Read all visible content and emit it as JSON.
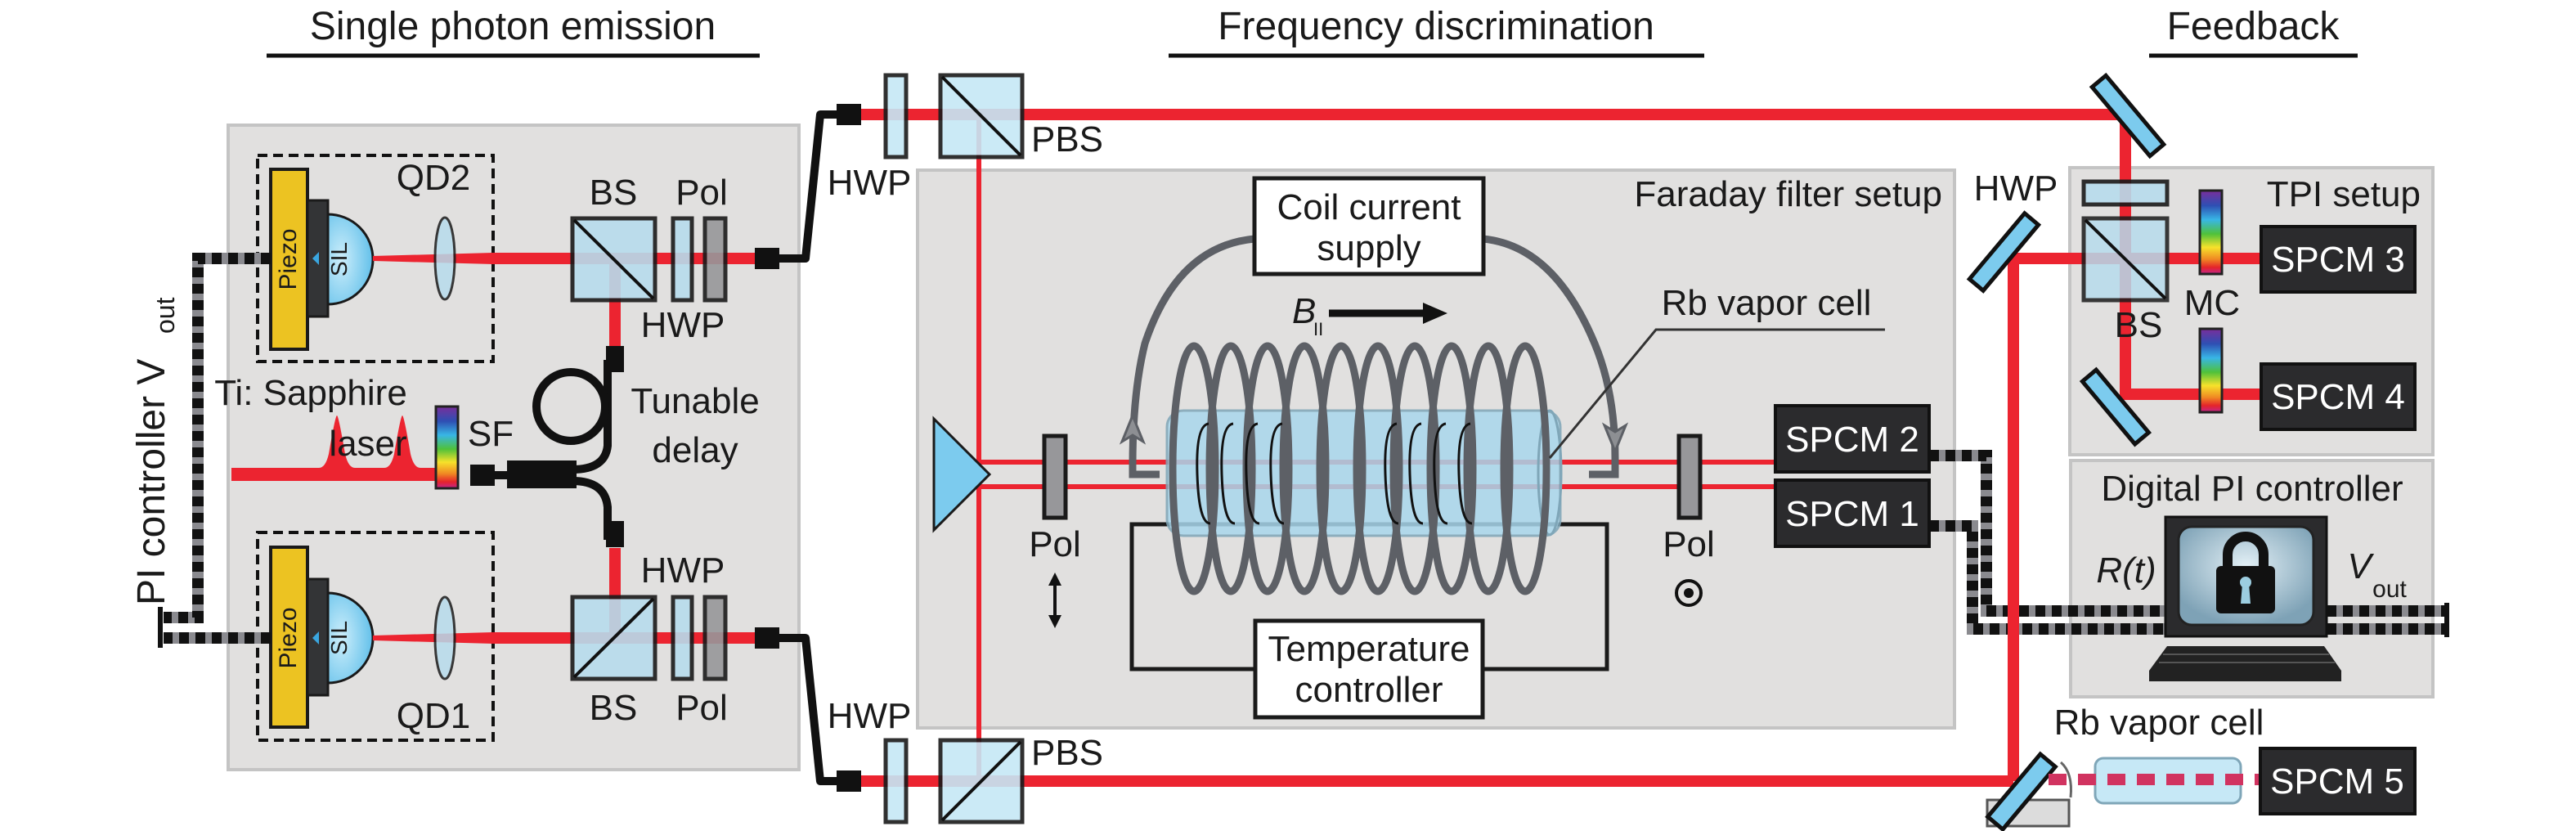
{
  "sections": {
    "single_photon_emission": "Single photon emission",
    "frequency_discrimination": "Frequency discrimination",
    "feedback": "Feedback"
  },
  "left_panel": {
    "qd2": "QD2",
    "qd1": "QD1",
    "piezo": "Piezo",
    "sil": "SIL",
    "bs_top": "BS",
    "pol_top": "Pol",
    "hwp_mid_top": "HWP",
    "hwp_mid_bottom": "HWP",
    "bs_bottom": "BS",
    "pol_bottom": "Pol",
    "laser_line1": "Ti: Sapphire",
    "laser_line2": "laser",
    "sf": "SF",
    "delay_line1": "Tunable",
    "delay_line2": "delay"
  },
  "pi_controller_label": {
    "main": "PI controller V",
    "sub": "out"
  },
  "path_optics": {
    "hwp_top": "HWP",
    "pbs_top": "PBS",
    "hwp_bottom": "HWP",
    "pbs_bottom": "PBS"
  },
  "faraday": {
    "title": "Faraday filter setup",
    "coil_supply_line1": "Coil current",
    "coil_supply_line2": "supply",
    "b_field": "B",
    "b_field_sub": "II",
    "rb_cell": "Rb vapor cell",
    "pol_left": "Pol",
    "pol_right": "Pol",
    "temp_line1": "Temperature",
    "temp_line2": "controller",
    "spcm2": "SPCM 2",
    "spcm1": "SPCM 1"
  },
  "feedback": {
    "hwp": "HWP",
    "tpi_title": "TPI setup",
    "bs": "BS",
    "mc": "MC",
    "spcm3": "SPCM 3",
    "spcm4": "SPCM 4",
    "pi_title": "Digital PI controller",
    "r_t": "R(t)",
    "v_out": "V",
    "v_out_sub": "out",
    "rb_cell": "Rb vapor cell",
    "spcm5": "SPCM 5",
    "lock_icon": "padlock-icon"
  },
  "colors": {
    "beam": "#ec2430",
    "panel": "#e1e0df",
    "piezo": "#ecc322",
    "glass": "#b7dced",
    "detector": "#2b2b2d"
  }
}
